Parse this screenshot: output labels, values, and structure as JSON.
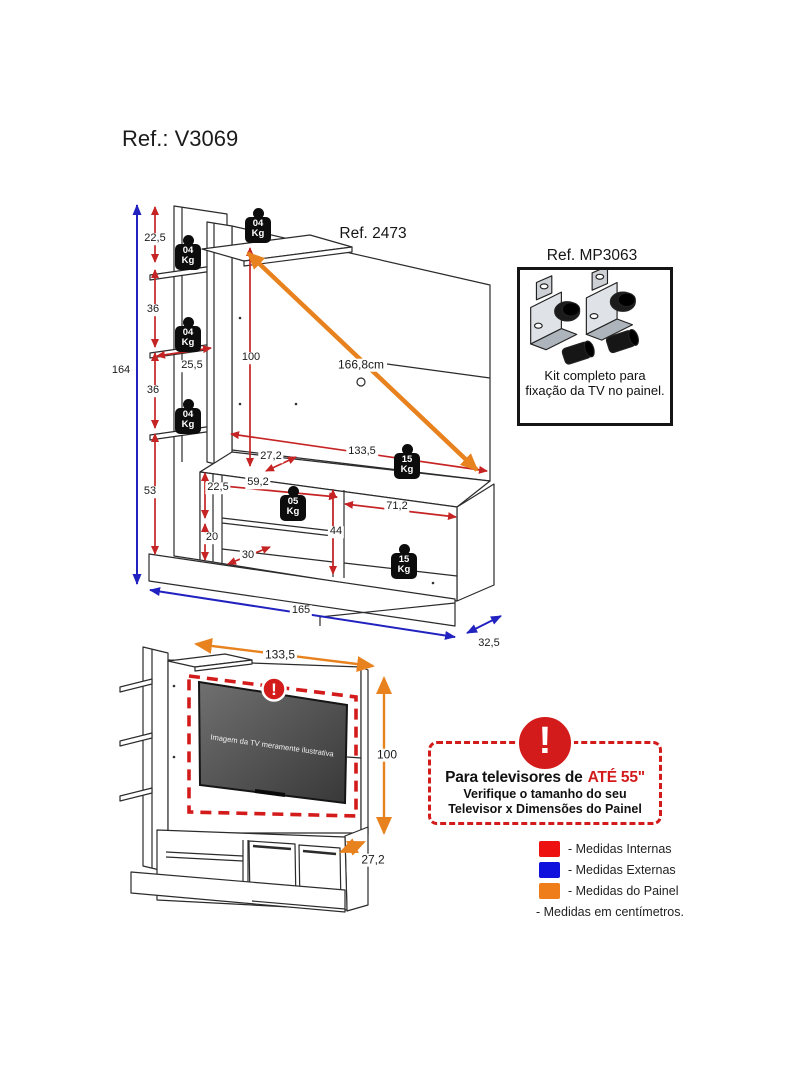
{
  "page": {
    "title": "Ref.: V3069"
  },
  "top_diagram": {
    "panel_ref": "Ref. 2473",
    "dims": {
      "external_height": "164",
      "top_shelf_gap": "22,5",
      "shelf_gap_1": "36",
      "side_shelf_width": "25,5",
      "shelf_gap_2": "36",
      "lower_section_height": "53",
      "panel_height": "100",
      "tv_diagonal": "166,8cm",
      "panel_width": "133,5",
      "top_depth": "27,2",
      "niche_width": "59,2",
      "niche_height": "22,5",
      "bottom_gap": "20",
      "inner_depth": "30",
      "right_niche_height": "44",
      "right_niche_width": "71,2",
      "external_width": "165",
      "external_depth": "32,5"
    },
    "weights": {
      "unit": "Kg",
      "shelf_capacity": "04",
      "niche_capacity": "05",
      "top_capacity": "15"
    }
  },
  "mp_kit": {
    "ref": "Ref. MP3063",
    "caption": "Kit completo para fixação da TV no painel."
  },
  "bottom_diagram": {
    "panel_width": "133,5",
    "panel_height": "100",
    "cabinet_depth": "27,2",
    "tv_disclaimer": "Imagem da TV meramente ilustrativa",
    "warning_mark": "!"
  },
  "warning_box": {
    "headline": "Para televisores de",
    "headline_highlight": "ATÉ 55\"",
    "subline_1": "Verifique o tamanho do seu",
    "subline_2": "Televisor x Dimensões do Painel",
    "mark": "!"
  },
  "legend": {
    "internal_label": "- Medidas Internas",
    "external_label": "- Medidas Externas",
    "panel_label": "- Medidas do Painel",
    "unit_note": "- Medidas em centímetros.",
    "internal_color": "#ee1111",
    "external_color": "#1111dd",
    "panel_color": "#ee7d1a"
  }
}
